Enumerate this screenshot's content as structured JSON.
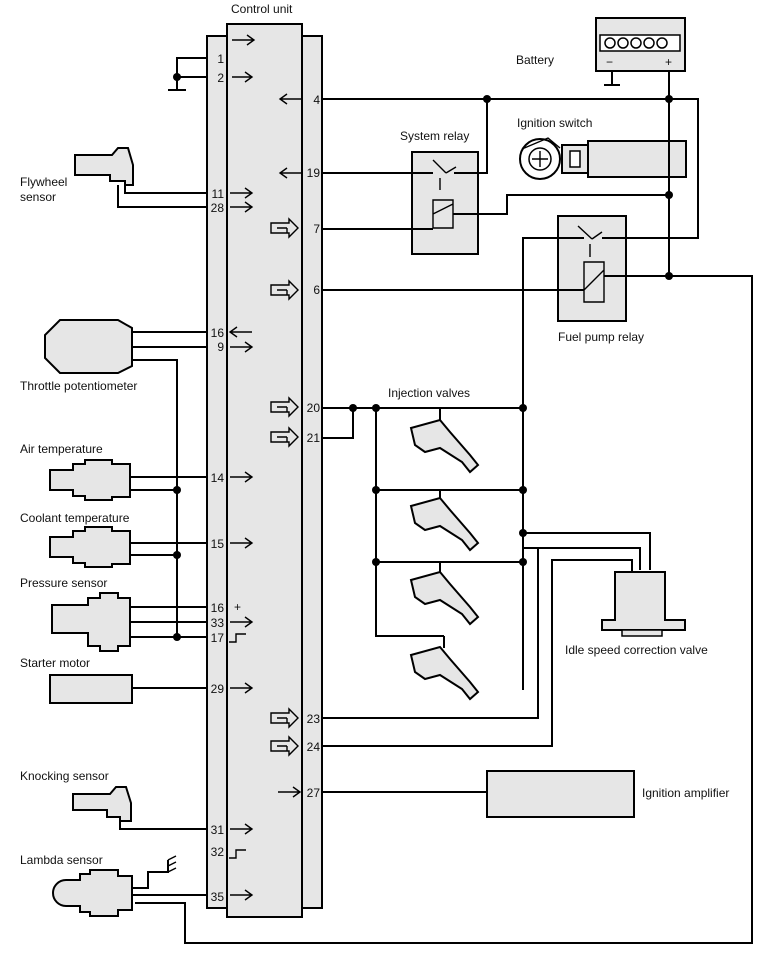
{
  "title": "Control unit",
  "components": {
    "battery": "Battery",
    "system_relay": "System relay",
    "ignition_switch": "Ignition switch",
    "fuel_pump_relay": "Fuel pump relay",
    "flywheel_sensor": [
      "Flywheel",
      "sensor"
    ],
    "throttle_potentiometer": "Throttle potentiometer",
    "air_temperature": "Air temperature",
    "coolant_temperature": "Coolant temperature",
    "pressure_sensor": "Pressure sensor",
    "starter_motor": "Starter motor",
    "knocking_sensor": "Knocking sensor",
    "lambda_sensor": "Lambda sensor",
    "injection_valves": "Injection valves",
    "idle_speed_correction_valve": "Idle speed correction valve",
    "ignition_amplifier": "Ignition amplifier"
  },
  "battery_terminals": {
    "minus": "−",
    "plus": "+"
  },
  "left_pins": [
    "1",
    "2",
    "11",
    "28",
    "16",
    "9",
    "14",
    "15",
    "16",
    "33",
    "17",
    "29",
    "31",
    "32",
    "35"
  ],
  "right_pins": [
    "4",
    "19",
    "7",
    "6",
    "20",
    "21",
    "23",
    "24",
    "27"
  ],
  "pressure_plus": "+"
}
